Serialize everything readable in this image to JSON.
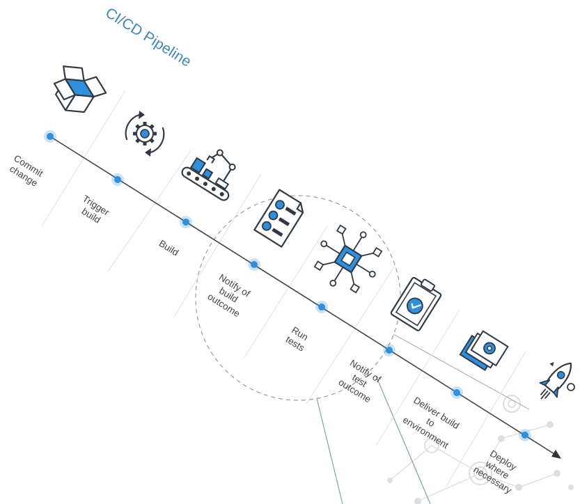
{
  "title": "CI/CD Pipeline",
  "steps": [
    {
      "label_lines": [
        "Commit",
        "change"
      ],
      "icon": "open-box-icon"
    },
    {
      "label_lines": [
        "Trigger",
        "build"
      ],
      "icon": "gear-cycle-icon"
    },
    {
      "label_lines": [
        "Build"
      ],
      "icon": "robot-arm-conveyor-icon"
    },
    {
      "label_lines": [
        "Notify of",
        "build",
        "outcome"
      ],
      "icon": "checklist-document-icon"
    },
    {
      "label_lines": [
        "Run",
        "tests"
      ],
      "icon": "network-chip-icon"
    },
    {
      "label_lines": [
        "Notify of",
        "test",
        "outcome"
      ],
      "icon": "clipboard-check-icon"
    },
    {
      "label_lines": [
        "Deliver build",
        "to",
        "environment"
      ],
      "icon": "layered-settings-icon"
    },
    {
      "label_lines": [
        "Deploy",
        "where",
        "necessary"
      ],
      "icon": "rocket-icon"
    }
  ],
  "colors": {
    "accent": "#2f8fdc",
    "title": "#3f86b8",
    "line": "#444444",
    "text": "#444444",
    "icon": "#2f3a45"
  }
}
